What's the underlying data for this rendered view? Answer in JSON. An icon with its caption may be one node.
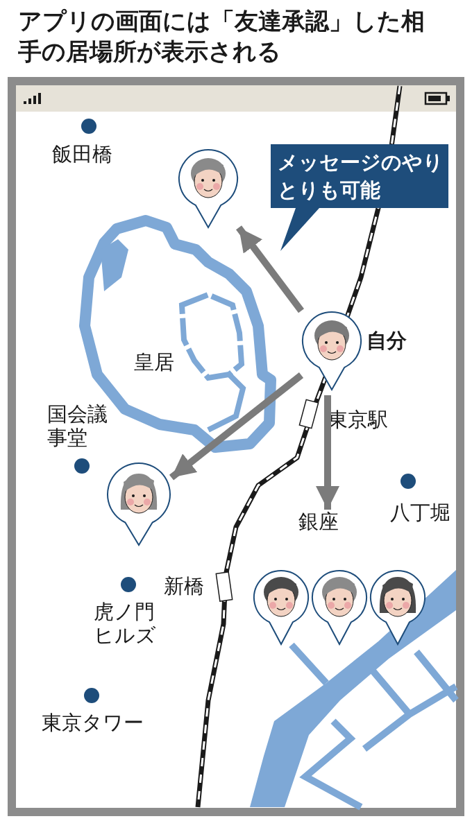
{
  "diagram": {
    "title": "アプリの画面には「友達承認」した相手の居場所が表示される",
    "nodes": [
      {
        "text": [],
        "shape": "picture",
        "beside": [
          "自分"
        ]
      },
      {
        "text": [],
        "shape": "picture"
      },
      {
        "text": [],
        "shape": "picture"
      },
      {
        "text": [
          "銀座"
        ]
      },
      {
        "text": [],
        "shape": "picture"
      },
      {
        "text": [],
        "shape": "picture"
      },
      {
        "text": [],
        "shape": "picture"
      },
      {
        "text": [
          "メッセージのやりとりも可能"
        ]
      }
    ],
    "edges": [
      {
        "from": 0,
        "to": 1,
        "arrow": "to"
      },
      {
        "from": 0,
        "to": 2,
        "arrow": "to"
      },
      {
        "from": 0,
        "to": 3,
        "arrow": "to"
      }
    ],
    "labels": [
      "飯田橋",
      "皇居",
      "国会議事堂",
      "東京駅",
      "八丁堀",
      "新橋",
      "虎ノ門ヒルズ",
      "東京タワー"
    ]
  }
}
